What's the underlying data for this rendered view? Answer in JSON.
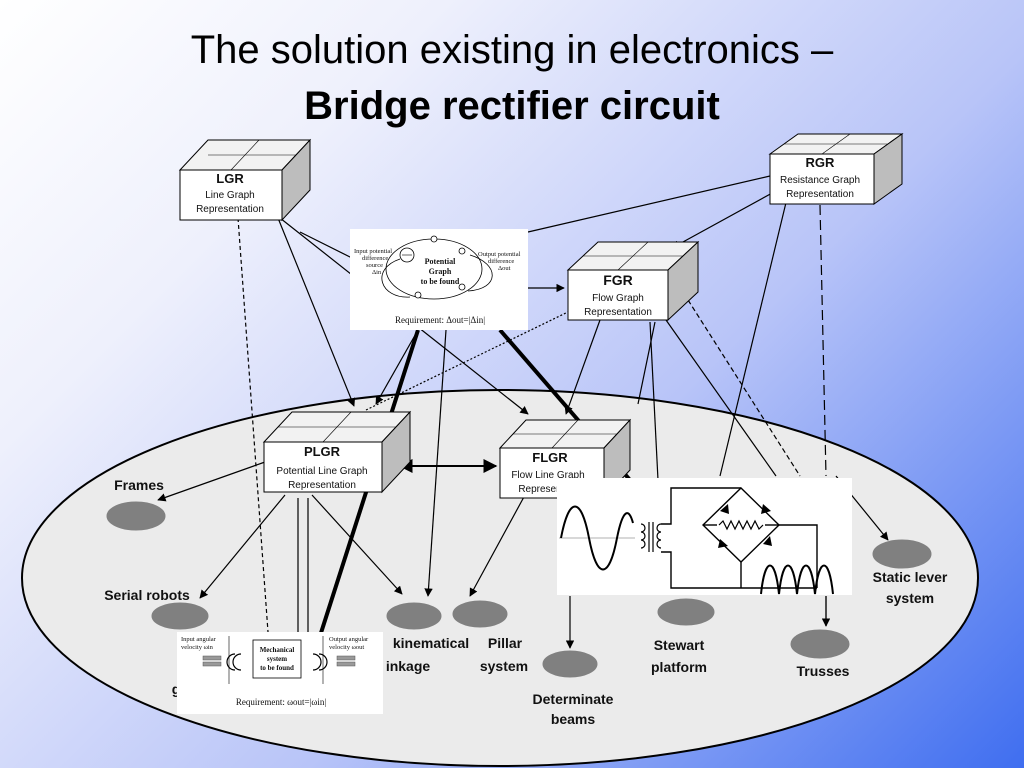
{
  "title": {
    "line1": "The solution existing in electronics –",
    "line2": "Bridge rectifier circuit"
  },
  "boxes": {
    "lgr": {
      "abbr": "LGR",
      "line1": "Line  Graph",
      "line2": "Representation"
    },
    "rgr": {
      "abbr": "RGR",
      "line1": "Resistance  Graph",
      "line2": "Representation"
    },
    "fgr": {
      "abbr": "FGR",
      "line1": "Flow  Graph",
      "line2": "Representation"
    },
    "plgr": {
      "abbr": "PLGR",
      "line1": "Potential Line Graph",
      "line2": "Representation"
    },
    "flgr": {
      "abbr": "FLGR",
      "line1": "Flow Line Graph",
      "line2": "Represen"
    }
  },
  "systems": {
    "frames": "Frames",
    "serial_robots": "Serial robots",
    "g_partial": "g",
    "kinematical_l1": "kinematical",
    "kinematical_l2": "inkage",
    "pillar_l1": "Pillar",
    "pillar_l2": "system",
    "determinate_l1": "Determinate",
    "determinate_l2": "beams",
    "stewart_l1": "Stewart",
    "stewart_l2": "platform",
    "trusses": "Trusses",
    "static_l1": "Static lever",
    "static_l2": "system"
  },
  "potential_inset": {
    "left1": "Input potential",
    "left2": "difference",
    "left3": "source",
    "left4": "Δin",
    "center1": "Potential",
    "center2": "Graph",
    "center3": "to be found",
    "right1": "Output potential",
    "right2": "difference",
    "right3": "Δout",
    "requirement": "Requirement:  Δout=|Δin|"
  },
  "mechanical_inset": {
    "left1": "Input angular",
    "left2": "velocity ωin",
    "center1": "Mechanical",
    "center2": "system",
    "center3": "to be found",
    "right1": "Output angular",
    "right2": "velocity ωout",
    "requirement": "Requirement: ωout=|ωin|"
  },
  "colors": {
    "ellipse_fill": "#ebebeb",
    "node_fill": "#808080",
    "box_top": "#f2f2f2",
    "box_side": "#bdbdbd"
  }
}
